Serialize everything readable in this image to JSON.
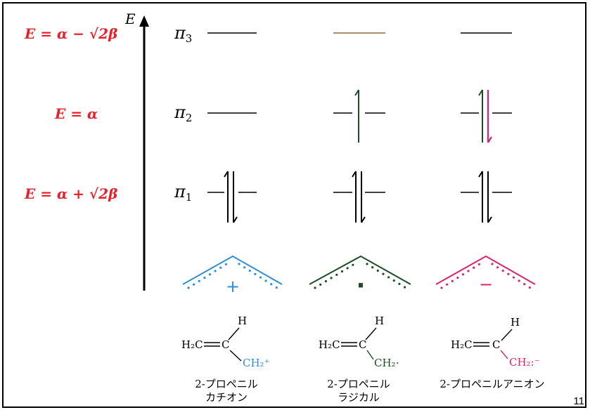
{
  "colors": {
    "energy_label": "#e8202a",
    "axis": "#000000",
    "cation": "#2b8fd6",
    "radical": "#1e4d24",
    "anion": "#d6246e",
    "level": "#000000",
    "level_radical_pi3": "#8a6a3a",
    "anion_down_arrow": "#d6246e"
  },
  "axis": {
    "label": "E"
  },
  "energy_labels": {
    "e3": "E = α − √2β",
    "e2": "E = α",
    "e1": "E = α + √2β"
  },
  "orbital_labels": {
    "pi3": "π",
    "pi3_sub": "3",
    "pi2": "π",
    "pi2_sub": "2",
    "pi1": "π",
    "pi1_sub": "1"
  },
  "charges": {
    "cation": "+",
    "radical": "·",
    "anion": "−"
  },
  "structures": {
    "h": "H",
    "left": "H₂C",
    "double_bond": "═",
    "c": "C",
    "cation_ch2": "CH₂⁺",
    "radical_ch2": "CH₂·",
    "anion_ch2": "CH₂:⁻"
  },
  "names": {
    "cation_line1": "2-プロペニル",
    "cation_line2": "カチオン",
    "radical_line1": "2-プロペニル",
    "radical_line2": "ラジカル",
    "anion_line1": "2-プロペニルアニオン"
  },
  "slide_number": "11"
}
